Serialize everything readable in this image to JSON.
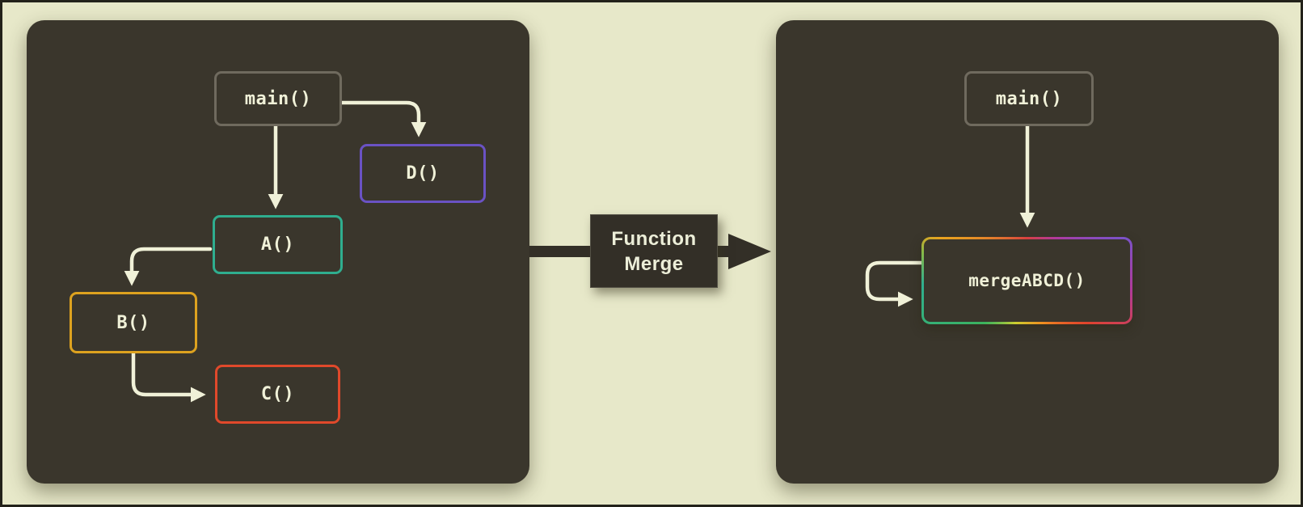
{
  "diagram": {
    "description": "Function Merge transformation diagram",
    "colors": {
      "background": "#e7e8c9",
      "panel": "#3a362c",
      "arrow_cream": "#f0f1d8",
      "transform_arrow_dark": "#332f27",
      "text_cream": "#f0f1d8"
    },
    "left_panel": {
      "nodes": {
        "main": {
          "label": "main()",
          "border": "#6f6a5e"
        },
        "d": {
          "label": "D()",
          "border": "#6a52c4"
        },
        "a": {
          "label": "A()",
          "border": "#2fae8f"
        },
        "b": {
          "label": "B()",
          "border": "#dda21f"
        },
        "c": {
          "label": "C()",
          "border": "#e0492b"
        }
      },
      "edges": [
        [
          "main()",
          "A()"
        ],
        [
          "main()",
          "D()"
        ],
        [
          "A()",
          "B()"
        ],
        [
          "B()",
          "C()"
        ]
      ]
    },
    "transform_label": {
      "line1": "Function",
      "line2": "Merge"
    },
    "right_panel": {
      "nodes": {
        "main": {
          "label": "main()",
          "border": "#6f6a5e"
        },
        "merge": {
          "label": "mergeABCD()",
          "border_gradient": [
            "#d84040 0deg",
            "#b0399e 35deg",
            "#7b52c8 67deg",
            "#b03a9a 95deg",
            "#e0432c 125deg",
            "#ef8f20 160deg",
            "#ccce30 195deg",
            "#3cb35c 225deg",
            "#2fae8f 268deg",
            "#86b948 285deg",
            "#e8a31f 296deg",
            "#d84040 360deg"
          ]
        }
      },
      "edges": [
        [
          "main()",
          "mergeABCD()"
        ],
        [
          "mergeABCD()",
          "mergeABCD()"
        ]
      ]
    }
  }
}
